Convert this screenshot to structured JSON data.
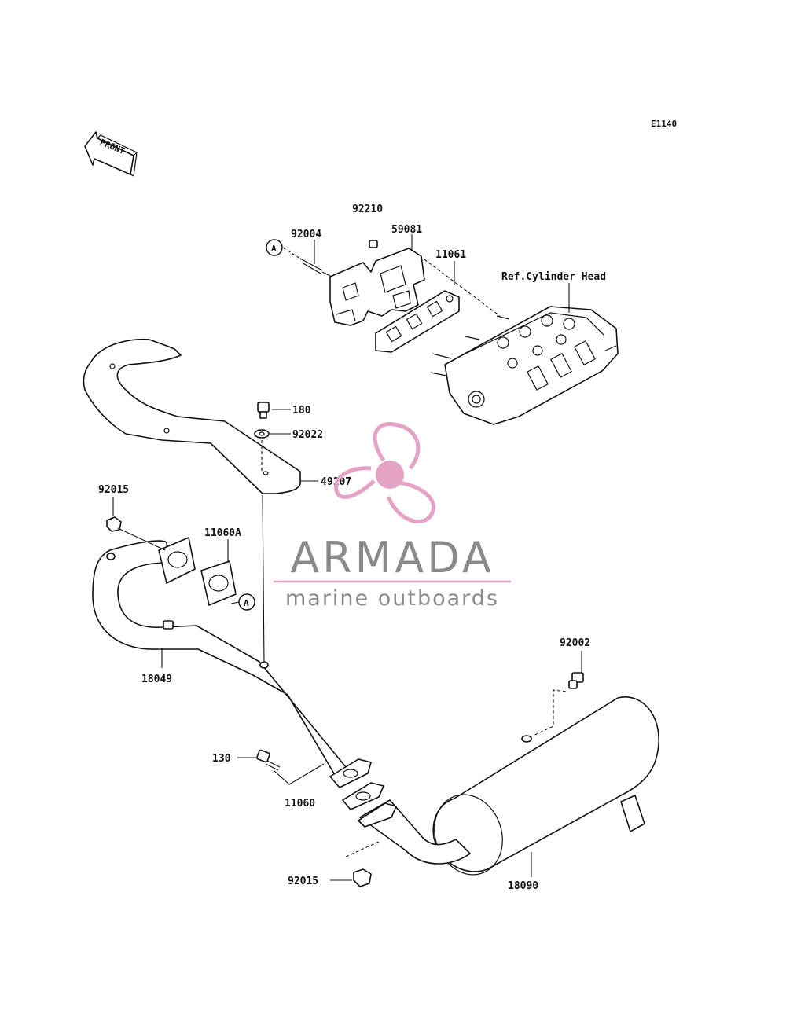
{
  "diagram_code": "E1140",
  "front_label": "FRONT",
  "callout_a": "A",
  "parts": {
    "p92210": "92210",
    "p92004": "92004",
    "p59081": "59081",
    "p11061": "11061",
    "ref_cylinder_head": "Ref.Cylinder Head",
    "p180": "180",
    "p92022": "92022",
    "p49107": "49107",
    "p92015_top": "92015",
    "p11060A": "11060A",
    "p18049": "18049",
    "p92002": "92002",
    "p130": "130",
    "p11060": "11060",
    "p92015_bottom": "92015",
    "p18090": "18090"
  },
  "watermark": {
    "brand": "ARMADA",
    "tagline": "marine outboards",
    "accent_color": "#e4a3c4",
    "text_color": "#8a8a8a"
  }
}
